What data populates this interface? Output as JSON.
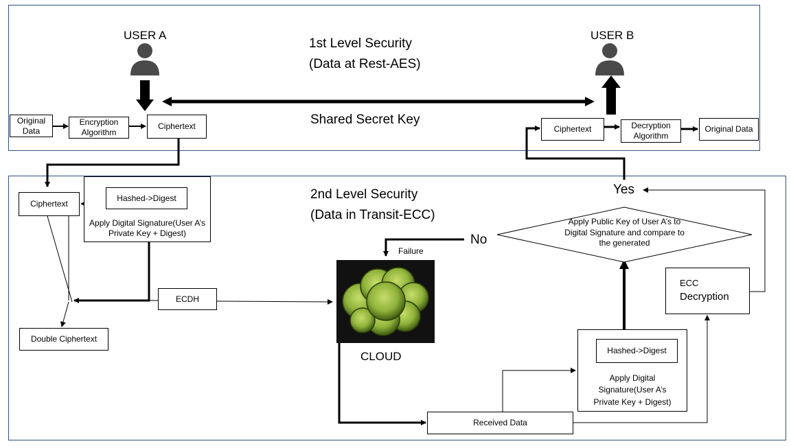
{
  "level1": {
    "title_line1": "1st Level Security",
    "title_line2": "(Data at Rest-AES)",
    "shared_key": "Shared Secret Key",
    "user_a": "USER A",
    "user_b": "USER B",
    "original_data": "Original Data",
    "encryption": "Encryption Algorithm",
    "ciphertext_a": "Ciphertext",
    "ciphertext_b": "Ciphertext",
    "decryption": "Decryption Algorithm",
    "original_data_b": "Original Data"
  },
  "level2": {
    "title_line1": "2nd Level Security",
    "title_line2": "(Data in Transit-ECC)",
    "ciphertext": "Ciphertext",
    "hashed_digest": "Hashed->Digest",
    "apply_sig": "Apply Digital Signature(User A’s Private Key + Digest)",
    "ecdh": "ECDH",
    "double_ciphertext": "Double Ciphertext",
    "cloud": "CLOUD",
    "failure": "Failure",
    "no": "No",
    "yes": "Yes",
    "decision": "Apply Public Key of User A’s to Digital Signature and compare to the generated",
    "ecc_line1": "ECC",
    "ecc_line2": "Decryption",
    "hashed_digest_b": "Hashed->Digest",
    "apply_sig_b": "Apply Digital Signature(User A’s Private Key + Digest)",
    "received": "Received Data"
  },
  "colors": {
    "panel_border": "#2f4f7f",
    "user_icon": "#4a4a4a",
    "cloud_bg": "#111111",
    "cloud_green": "#8fb23a"
  }
}
